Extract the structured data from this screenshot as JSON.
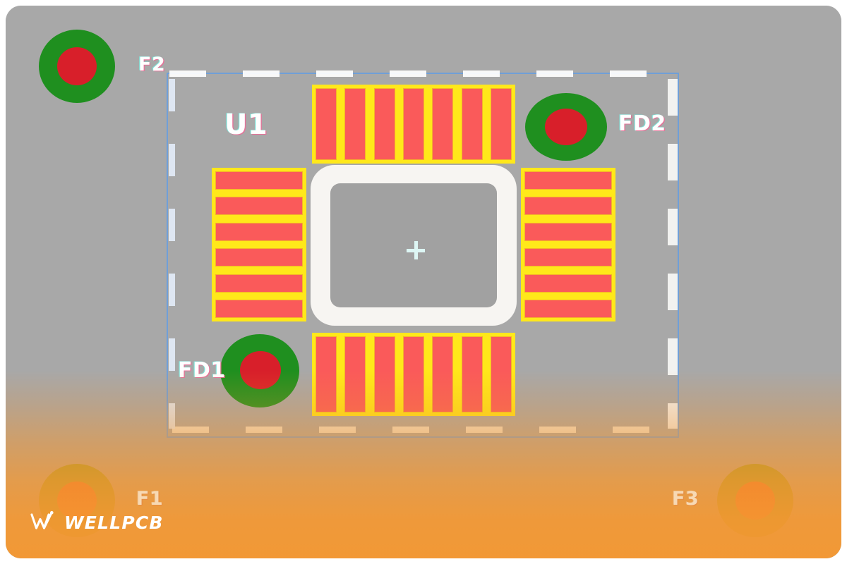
{
  "app": {
    "view_title": "PCB footprint layout view",
    "background_color": "#a8a8a8",
    "accent_overlay_color": "#f49832"
  },
  "component": {
    "designator": "U1",
    "outline_color": "#6f9fd8",
    "pad_fill_color": "#fa5a5a",
    "pad_outline_color": "#ffe81a",
    "center_pad_color": "#f7f5f2",
    "origin_marker": "crosshair"
  },
  "fiducials": [
    {
      "id": "fd1-via",
      "label": "FD1",
      "ring_color": "#1f8f1f",
      "core_color": "#d81f2a",
      "inside_courtyard": true
    },
    {
      "id": "fd2-via",
      "label": "FD2",
      "ring_color": "#1f8f1f",
      "core_color": "#d81f2a",
      "inside_courtyard": true
    },
    {
      "id": "f1-board-via",
      "label": "F1",
      "ring_color": "#8d9a22",
      "core_color": "#f05a20",
      "inside_courtyard": false
    },
    {
      "id": "f2-board-via",
      "label": "F2",
      "ring_color": "#1f8f1f",
      "core_color": "#d81f2a",
      "inside_courtyard": false
    },
    {
      "id": "f3-board-via",
      "label": "F3",
      "ring_color": "#8d9a22",
      "core_color": "#f05a20",
      "inside_courtyard": false
    }
  ],
  "pad_banks": [
    {
      "id": "top-pad-bank",
      "side": "top",
      "count": 7,
      "orientation": "vertical-pads"
    },
    {
      "id": "bottom-pad-bank",
      "side": "bottom",
      "count": 7,
      "orientation": "vertical-pads"
    },
    {
      "id": "left-pad-bank",
      "side": "left",
      "count": 6,
      "orientation": "horizontal-pads"
    },
    {
      "id": "right-pad-bank",
      "side": "right",
      "count": 6,
      "orientation": "horizontal-pads"
    }
  ],
  "labels": {
    "u1": "U1",
    "fd1": "FD1",
    "fd2": "FD2",
    "f1": "F1",
    "f2": "F2",
    "f3": "F3"
  },
  "watermark": {
    "brand": "WELLPCB",
    "mark": "w-logo-icon",
    "color": "#ffffff"
  }
}
